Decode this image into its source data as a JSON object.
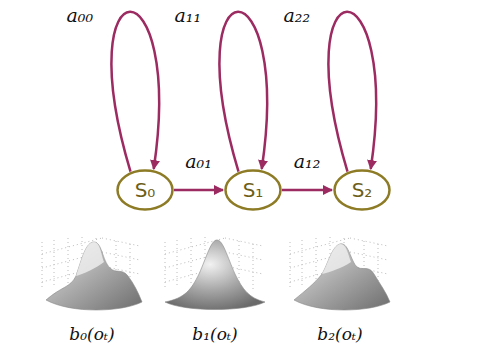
{
  "diagram": {
    "nodes": [
      {
        "text": [
          "S₀"
        ]
      },
      {
        "text": [
          "S₁"
        ]
      },
      {
        "text": [
          "S₂"
        ]
      }
    ],
    "edges": [
      {
        "from": 0,
        "to": 0,
        "arrow": "to",
        "label": "a₀₀"
      },
      {
        "from": 0,
        "to": 1,
        "arrow": "to",
        "label": "a₀₁"
      },
      {
        "from": 1,
        "to": 1,
        "arrow": "to",
        "label": "a₁₁"
      },
      {
        "from": 1,
        "to": 2,
        "arrow": "to",
        "label": "a₁₂"
      },
      {
        "from": 2,
        "to": 2,
        "arrow": "to",
        "label": "a₂₂"
      }
    ],
    "labels": [
      "b₀(oₜ)",
      "b₁(oₜ)",
      "b₂(oₜ)"
    ]
  }
}
